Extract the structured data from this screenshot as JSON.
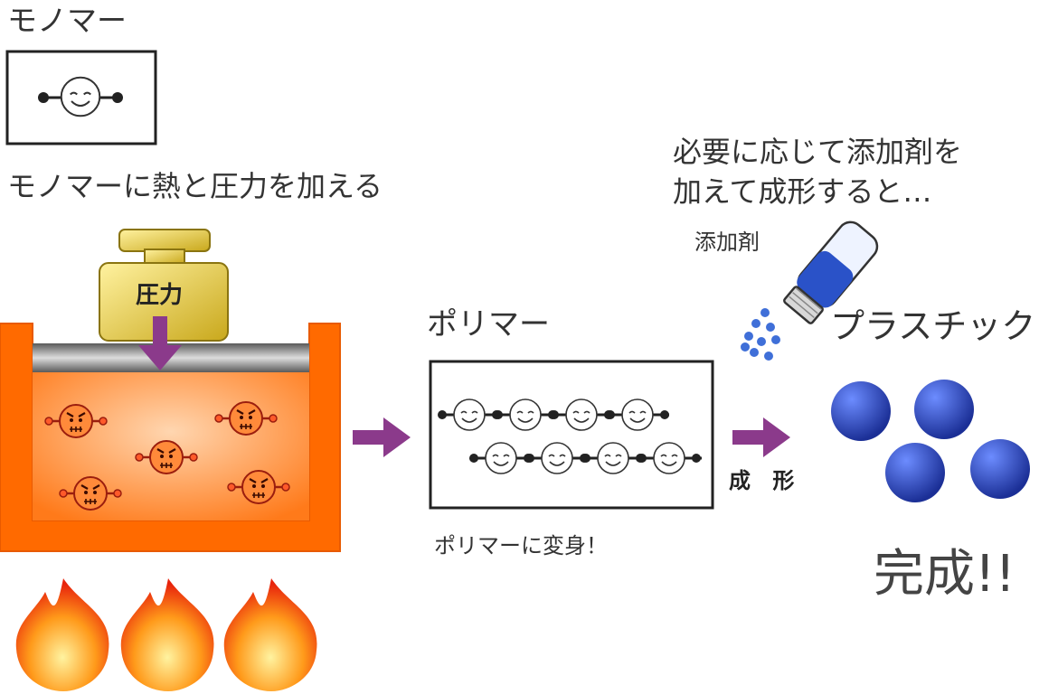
{
  "texts": {
    "monomer_title": "モノマー",
    "monomer_desc": "モノマーに熱と圧力を加える",
    "pressure_label": "圧力",
    "polymer_title": "ポリマー",
    "polymer_desc": "ポリマーに変身！",
    "additive_desc_line1": "必要に応じて添加剤を",
    "additive_desc_line2": "加えて成形すると…",
    "additive_label": "添加剤",
    "plastic_title": "プラスチック",
    "molding_label": "成 形",
    "complete": "完成!!"
  },
  "colors": {
    "arrow": "#8b3a8b",
    "vessel": "#ff6a00",
    "vessel_fill": "#ffb27a",
    "weight": "#e8d45a",
    "plastic_ball": "#2a4bbd",
    "additive": "#3f6fd8"
  },
  "icons": {
    "monomer": "smiley-face-icon",
    "angry_monomer": "angry-face-icon",
    "flame": "flame-icon",
    "weight": "weight-icon",
    "shaker": "salt-shaker-icon",
    "arrow": "right-arrow-icon"
  }
}
